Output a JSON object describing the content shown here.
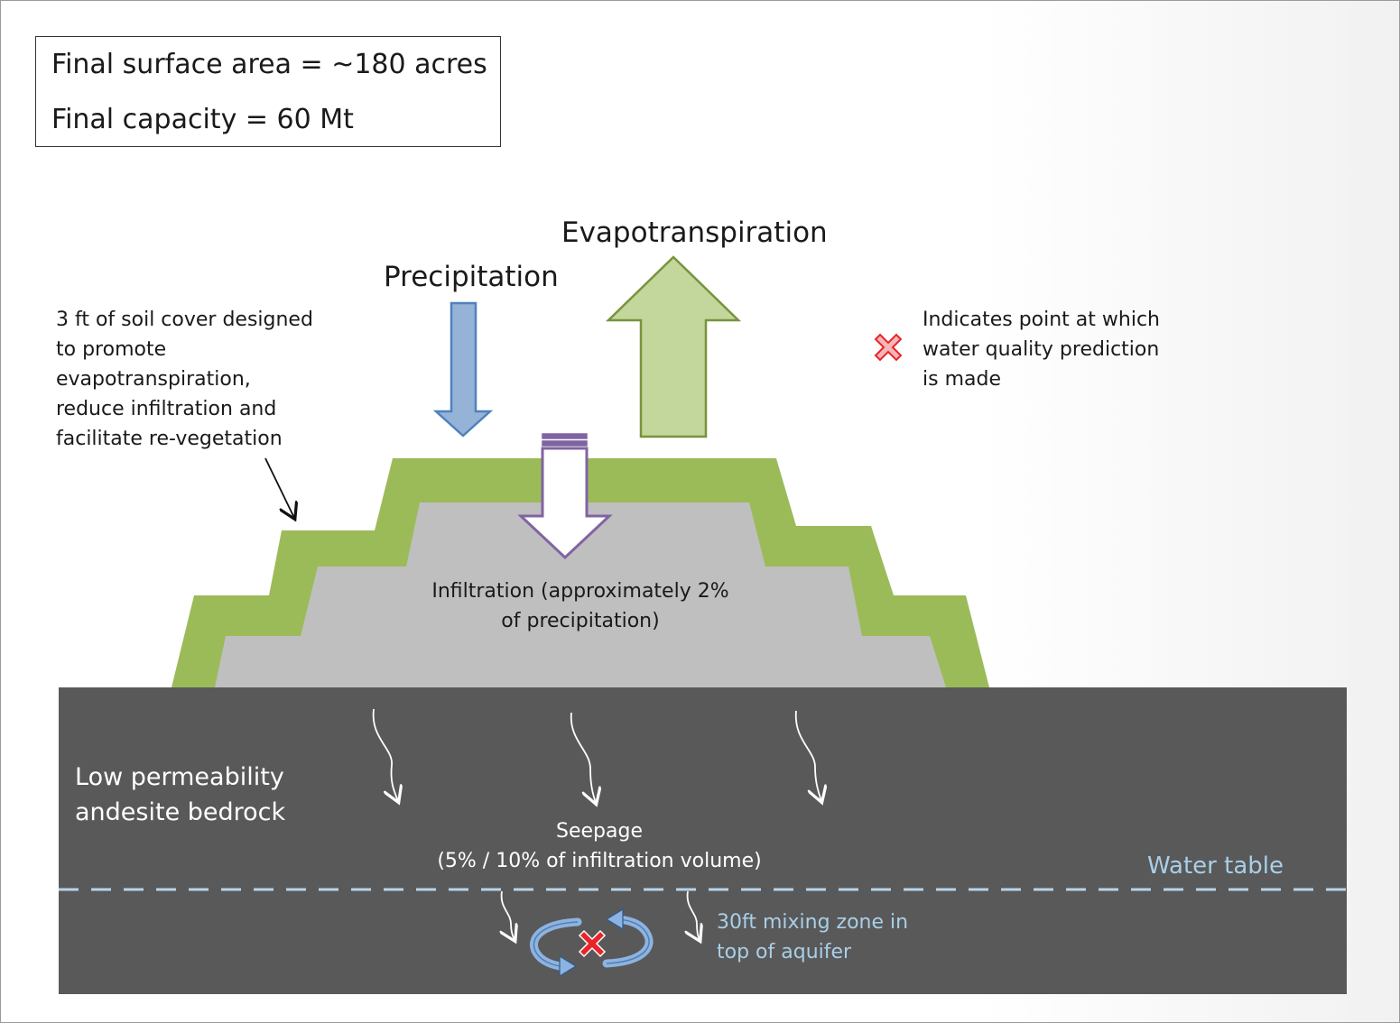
{
  "info_box": {
    "surface_area": "Final surface area = ~180 acres",
    "capacity": "Final capacity = 60 Mt"
  },
  "labels": {
    "evapotranspiration": "Evapotranspiration",
    "precipitation": "Precipitation",
    "soil_cover": [
      "3 ft of soil cover designed",
      "to promote",
      "evapotranspiration,",
      "reduce infiltration and",
      "facilitate re-vegetation"
    ],
    "legend_marker": [
      "Indicates point at which",
      "water quality prediction",
      "is made"
    ],
    "infiltration": [
      "Infiltration (approximately 2%",
      "of precipitation)"
    ],
    "bedrock": [
      "Low permeability",
      "andesite bedrock"
    ],
    "seepage": [
      "Seepage",
      "(5% / 10% of infiltration volume)"
    ],
    "water_table": "Water table",
    "mixing_zone": [
      "30ft mixing zone in",
      "top of aquifer"
    ]
  },
  "icons": {
    "precipitation_arrow": "arrow-down-icon",
    "evapotranspiration_arrow": "arrow-up-icon",
    "infiltration_arrow": "arrow-down-icon",
    "prediction_marker": "x-cross-icon",
    "mixing": "circular-arrows-icon",
    "seepage_flow": "wavy-arrow-icon"
  },
  "colors": {
    "soil_cover": "#9bbb59",
    "waste_rock": "#bfbfbf",
    "bedrock": "#595959",
    "precipitation": "#95b3d7",
    "evapotranspiration": "#c3d69b",
    "infiltration_outline": "#8064a2",
    "marker": "#e8242b",
    "water_table": "#b7d3ea"
  }
}
